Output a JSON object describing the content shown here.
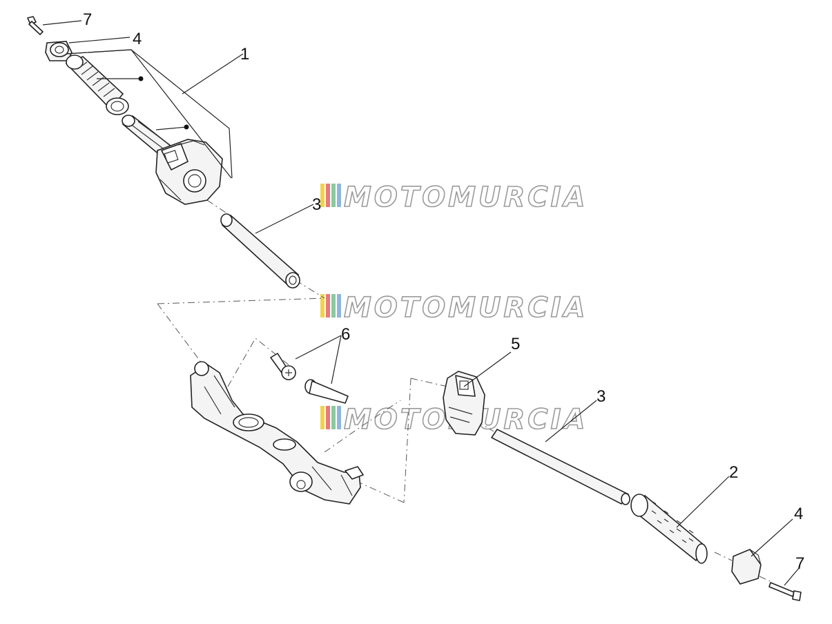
{
  "diagram": {
    "watermark": "MOTOMURCIA",
    "watermark_colors": [
      "#f2d24a",
      "#e87a7a",
      "#8cc9a0",
      "#8fb6dd"
    ],
    "callouts": [
      {
        "id": "c7-top",
        "label": "7"
      },
      {
        "id": "c4-top",
        "label": "4"
      },
      {
        "id": "c1",
        "label": "1"
      },
      {
        "id": "c3-top",
        "label": "3"
      },
      {
        "id": "c6",
        "label": "6"
      },
      {
        "id": "c5",
        "label": "5"
      },
      {
        "id": "c3-bottom",
        "label": "3"
      },
      {
        "id": "c2",
        "label": "2"
      },
      {
        "id": "c4-bottom",
        "label": "4"
      },
      {
        "id": "c7-bottom",
        "label": "7"
      }
    ]
  }
}
